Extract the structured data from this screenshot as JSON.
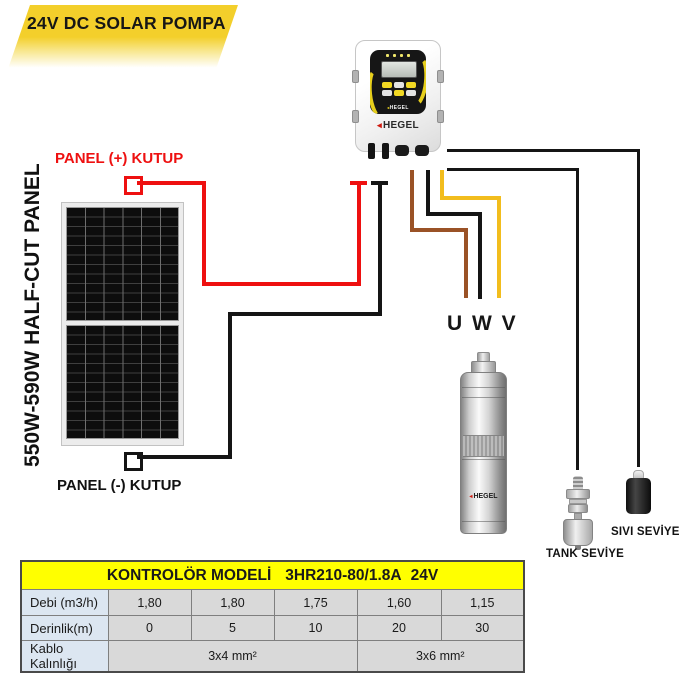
{
  "banner": {
    "title": "24V DC SOLAR POMPA"
  },
  "solar_panel": {
    "side_label": "550W-590W HALF-CUT PANEL",
    "positive_label": "PANEL (+) KUTUP",
    "negative_label": "PANEL (-) KUTUP"
  },
  "controller": {
    "brand": "HEGEL"
  },
  "pump": {
    "brand": "HEGEL"
  },
  "wiring": {
    "phase_labels": "U W V"
  },
  "sensors": {
    "tank_label": "TANK SEVİYE",
    "liquid_label": "SIVI SEVİYE"
  },
  "icons": {
    "brand_chevron": "◂"
  },
  "table": {
    "header": {
      "title": "KONTROLÖR MODELİ",
      "model": "3HR210-80/1.8A",
      "voltage": "24V"
    },
    "rows": [
      {
        "label": "Debi (m3/h)",
        "values": [
          "1,80",
          "1,80",
          "1,75",
          "1,60",
          "1,15"
        ]
      },
      {
        "label": "Derinlik(m)",
        "values": [
          "0",
          "5",
          "10",
          "20",
          "30"
        ]
      },
      {
        "label": "Kablo Kalınlığı",
        "values": [
          "3x4 mm²",
          "3x6 mm²"
        ]
      }
    ]
  },
  "colors": {
    "wire-red": "#ee1010",
    "wire-black": "#151515",
    "wire-brown": "#9a5226",
    "wire-yellow": "#f2bd1d",
    "banner-yellow": "#f3cf2b",
    "table-header-yellow": "#ffff00",
    "table-label-blue": "#dce6f1",
    "table-cell-gray": "#d9d9d9"
  }
}
